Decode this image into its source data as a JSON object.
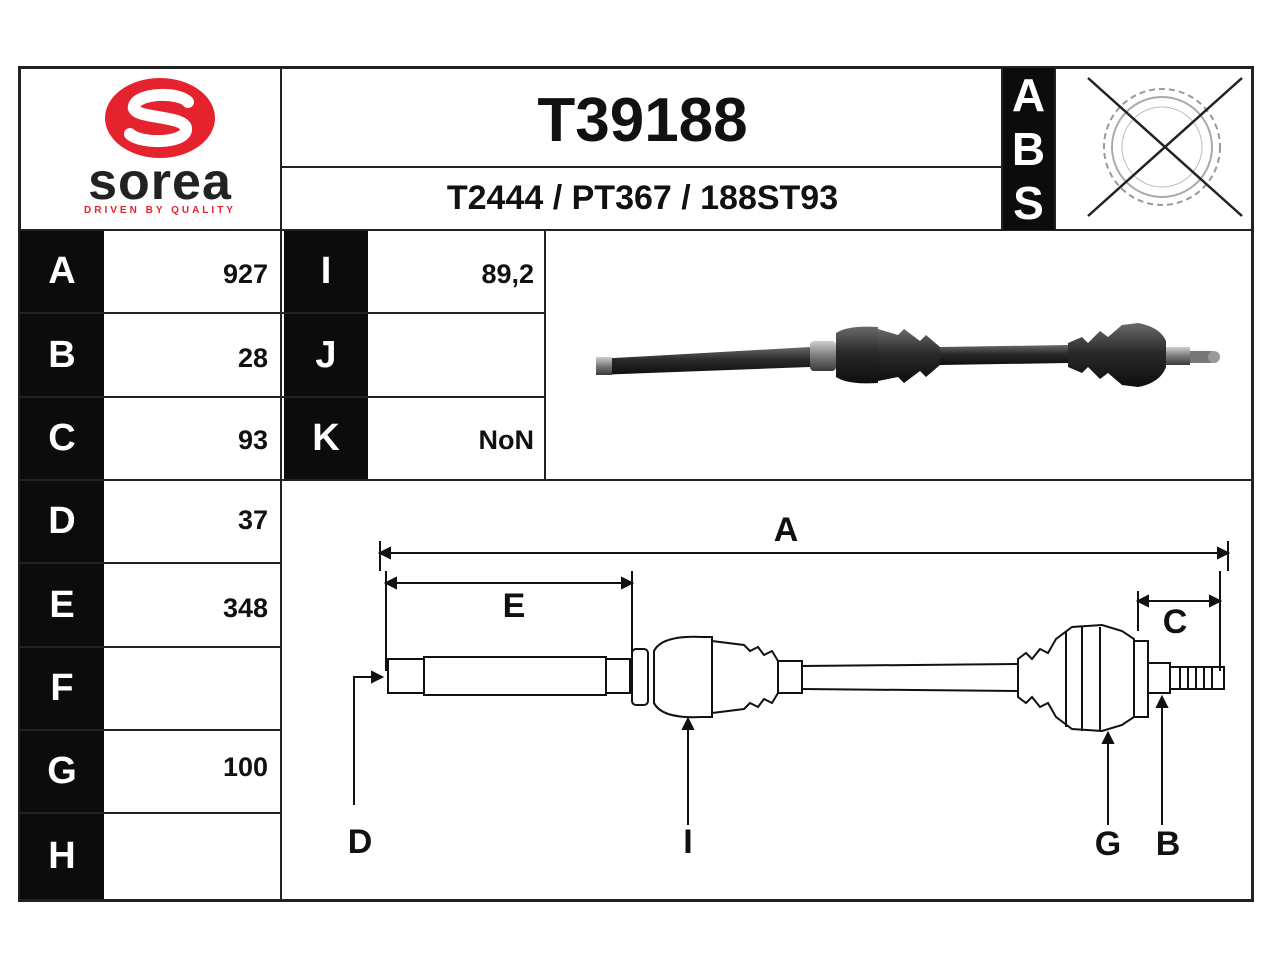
{
  "brand": {
    "name": "sorea",
    "tagline": "DRIVEN BY QUALITY",
    "logo_color": "#e5232f"
  },
  "part": {
    "number": "T39188",
    "cross_refs": "T2444 / PT367 / 188ST93"
  },
  "abs": {
    "letters": [
      "A",
      "B",
      "S"
    ]
  },
  "dims_left": [
    {
      "label": "A",
      "value": "927"
    },
    {
      "label": "B",
      "value": "28"
    },
    {
      "label": "C",
      "value": "93"
    },
    {
      "label": "D",
      "value": "37"
    },
    {
      "label": "E",
      "value": "348"
    },
    {
      "label": "F",
      "value": ""
    },
    {
      "label": "G",
      "value": "100"
    },
    {
      "label": "H",
      "value": ""
    }
  ],
  "dims_right": [
    {
      "label": "I",
      "value": "89,2"
    },
    {
      "label": "J",
      "value": ""
    },
    {
      "label": "K",
      "value": "NoN"
    }
  ],
  "diagram": {
    "labels": {
      "A": "A",
      "B": "B",
      "C": "C",
      "D": "D",
      "E": "E",
      "G": "G",
      "I": "I"
    }
  }
}
